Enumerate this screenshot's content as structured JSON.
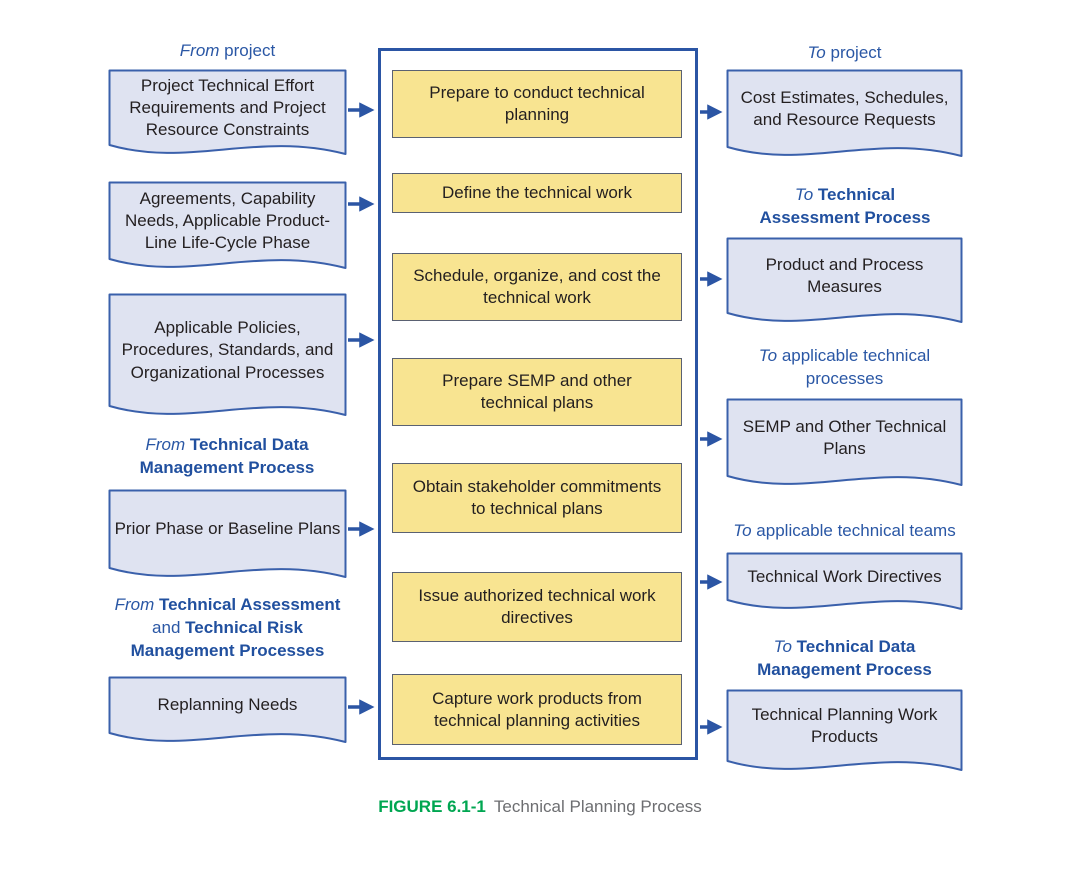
{
  "colors": {
    "process_box_fill": "#f8e491",
    "process_box_border": "#5a6172",
    "document_fill": "#dfe3f1",
    "document_border": "#3a60ab",
    "diagram_blue": "#2b55a4",
    "label_blue": "#2a57a5",
    "caption_green": "#00a651",
    "caption_gray": "#6d6e71",
    "text_dark": "#231f20"
  },
  "left_column": {
    "groups": [
      {
        "label": [
          {
            "t": "From "
          },
          {
            "t": "project"
          }
        ],
        "doc": "Project Technical Effort Requirements and Project Resource Constraints"
      },
      {
        "doc": "Agreements, Capability Needs, Applicable Product-Line Life-Cycle Phase"
      },
      {
        "doc": "Applicable Policies, Procedures, Standards, and Organizational Processes"
      },
      {
        "label": [
          {
            "t": "From "
          },
          {
            "t": "Technical Data Management Process"
          }
        ],
        "doc": "Prior Phase or Baseline Plans"
      },
      {
        "label": [
          {
            "t": "From "
          },
          {
            "t": "Technical Assessment"
          },
          {
            "t": " and "
          },
          {
            "t": "Technical Risk Management Processes"
          }
        ],
        "doc": "Replanning Needs"
      }
    ]
  },
  "process": {
    "steps": [
      "Prepare to conduct technical planning",
      "Define the technical work",
      "Schedule, organize, and cost the technical work",
      "Prepare SEMP and other technical plans",
      "Obtain stakeholder commitments to technical plans",
      "Issue authorized technical work directives",
      "Capture work products from technical planning activities"
    ]
  },
  "right_column": {
    "groups": [
      {
        "label": [
          {
            "t": "To "
          },
          {
            "t": "project"
          }
        ],
        "doc": "Cost Estimates, Schedules, and Resource Requests"
      },
      {
        "label": [
          {
            "t": "To "
          },
          {
            "t": "Technical Assessment Process"
          }
        ],
        "doc": "Product and Process Measures"
      },
      {
        "label": [
          {
            "t": "To "
          },
          {
            "t": "applicable technical processes"
          }
        ],
        "doc": "SEMP and Other Technical Plans"
      },
      {
        "label": [
          {
            "t": "To "
          },
          {
            "t": "applicable technical teams"
          }
        ],
        "doc": "Technical Work Directives"
      },
      {
        "label": [
          {
            "t": "To "
          },
          {
            "t": "Technical Data Management Process"
          }
        ],
        "doc": "Technical Planning Work Products"
      }
    ]
  },
  "caption": {
    "label": "FIGURE 6.1-1",
    "title": "Technical Planning Process"
  }
}
